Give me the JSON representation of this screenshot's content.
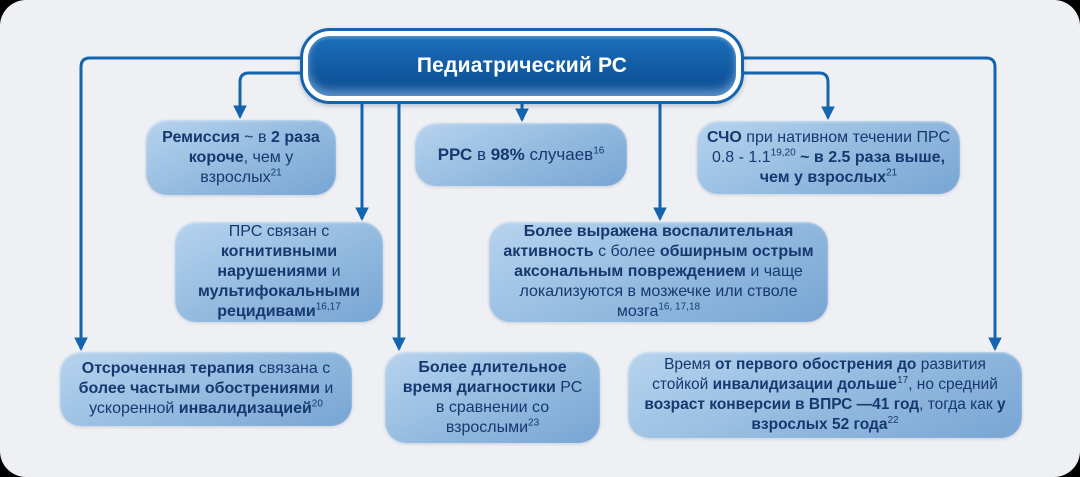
{
  "diagram": {
    "title": "Педиатрический РС",
    "colors": {
      "background": "#eef0f4",
      "connector": "#1565ae",
      "title_box_top": "#1b6fba",
      "title_box_bottom": "#0b4a90",
      "title_text": "#ffffff",
      "box_gradient_light": "#b7d3ee",
      "box_gradient_dark": "#78a5d4",
      "text": "#16386f"
    },
    "boxes": {
      "remission": {
        "segments": [
          {
            "t": "Ремиссия",
            "b": 1
          },
          {
            "t": " ~ в ",
            "b": 0
          },
          {
            "t": "2 раза короче",
            "b": 1
          },
          {
            "t": ", чем у взрослых",
            "b": 0
          },
          {
            "t": "21",
            "sup": 1
          }
        ]
      },
      "rrs": {
        "segments": [
          {
            "t": "РРС",
            "b": 1
          },
          {
            "t": " в ",
            "b": 0
          },
          {
            "t": "98%",
            "b": 1
          },
          {
            "t": " случаев",
            "b": 0
          },
          {
            "t": "16",
            "sup": 1
          }
        ]
      },
      "scho": {
        "segments": [
          {
            "t": "СЧО",
            "b": 1
          },
          {
            "t": " при нативном течении ПРС 0.8 - 1.1",
            "b": 0
          },
          {
            "t": "19,20",
            "sup": 1
          },
          {
            "t": " ~ в 2.5 раза выше, чем у взрослых",
            "b": 1
          },
          {
            "t": "21",
            "sup": 1
          }
        ]
      },
      "prs_cognitive": {
        "segments": [
          {
            "t": "ПРС связан с ",
            "b": 0
          },
          {
            "t": "когнитивными нарушениями",
            "b": 1
          },
          {
            "t": " и ",
            "b": 0
          },
          {
            "t": "мультифокальными рецидивами",
            "b": 1
          },
          {
            "t": "16,17",
            "sup": 1
          }
        ]
      },
      "inflammatory": {
        "segments": [
          {
            "t": "Более выражена воспалительная активность",
            "b": 1
          },
          {
            "t": " с более ",
            "b": 0
          },
          {
            "t": "обширным острым аксональным повреждением",
            "b": 1
          },
          {
            "t": " и чаще локализуются в мозжечке или стволе мозга",
            "b": 0
          },
          {
            "t": "16, 17,18",
            "sup": 1
          }
        ]
      },
      "delayed_therapy": {
        "segments": [
          {
            "t": "Отсроченная терапия",
            "b": 1
          },
          {
            "t": " связана с ",
            "b": 0
          },
          {
            "t": "более частыми обострениями",
            "b": 1
          },
          {
            "t": " и ускоренной ",
            "b": 0
          },
          {
            "t": "инвалидизацией",
            "b": 1
          },
          {
            "t": "20",
            "sup": 1
          }
        ]
      },
      "diagnosis_time": {
        "segments": [
          {
            "t": "Более длительное время диагностики",
            "b": 1
          },
          {
            "t": " РС в сравнении со взрослыми",
            "b": 0
          },
          {
            "t": "23",
            "sup": 1
          }
        ]
      },
      "time_to_disability": {
        "segments": [
          {
            "t": "Время ",
            "b": 0
          },
          {
            "t": "от первого обострения до",
            "b": 1
          },
          {
            "t": " развития стойкой ",
            "b": 0
          },
          {
            "t": "инвалидизации дольше",
            "b": 1
          },
          {
            "t": "17",
            "sup": 1
          },
          {
            "t": ", но средний ",
            "b": 0
          },
          {
            "t": "возраст конверсии в ВПРС —41 год",
            "b": 1
          },
          {
            "t": ", тогда как ",
            "b": 0
          },
          {
            "t": "у взрослых 52 года",
            "b": 1
          },
          {
            "t": "22",
            "sup": 1
          }
        ]
      }
    }
  }
}
